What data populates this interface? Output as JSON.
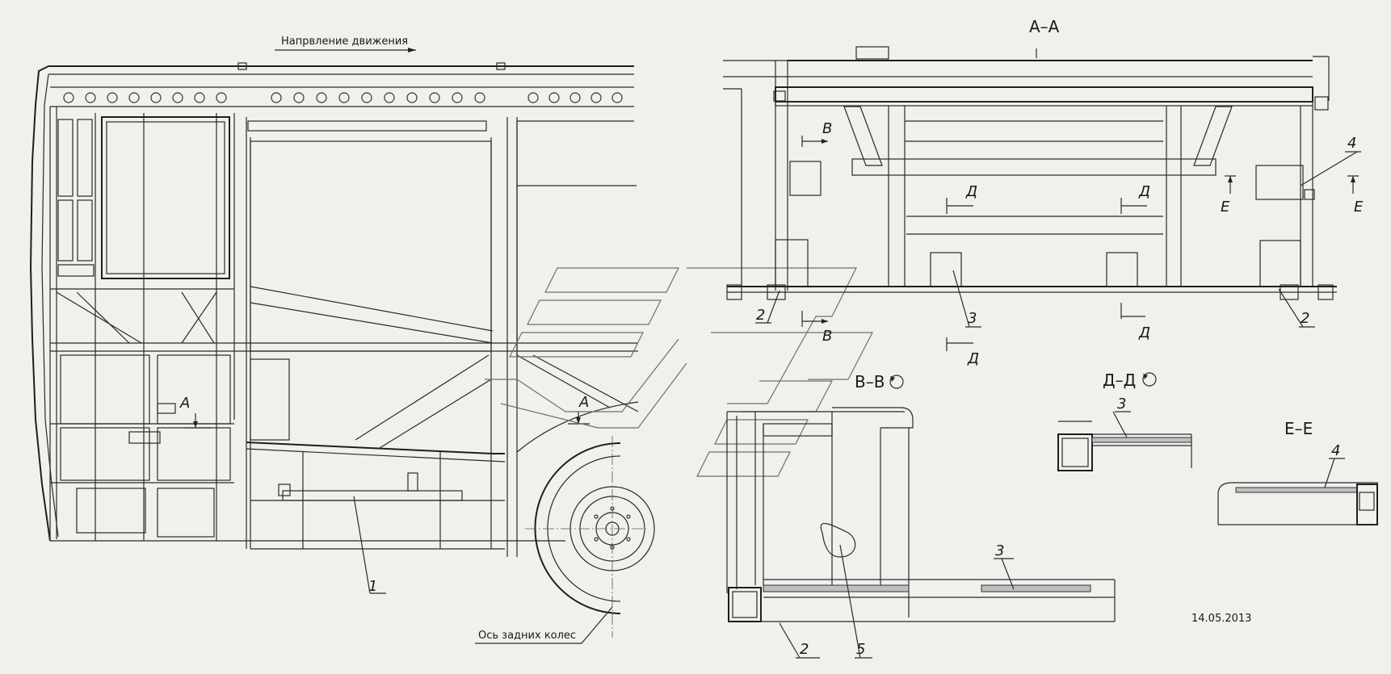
{
  "labels": {
    "direction": "Напрвление движения",
    "section_aa_title": "А–А",
    "section_vv_title": "В–В",
    "section_dd_title": "Д–Д",
    "section_ee_title": "Е–Е",
    "rear_axle": "Ось задних колес",
    "date": "14.05.2013",
    "cut_a": "А",
    "cut_v": "В",
    "cut_d": "Д",
    "cut_e": "Е",
    "part_1": "1",
    "part_2": "2",
    "part_3": "3",
    "part_4": "4",
    "part_5": "5"
  }
}
